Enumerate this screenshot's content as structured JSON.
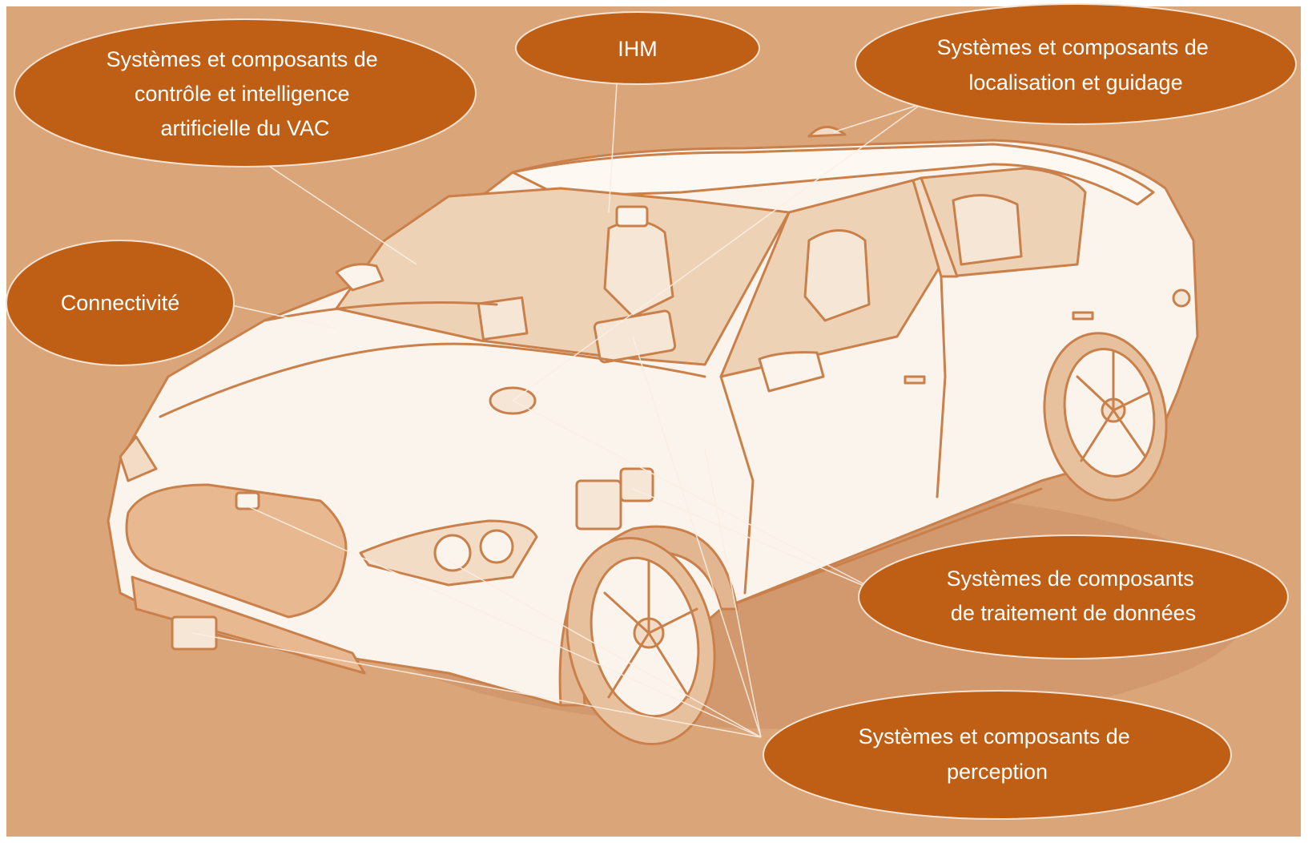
{
  "theme": {
    "background": "#dba57a",
    "bubble_fill": "#bf5f16",
    "bubble_stroke": "#f4e3d2",
    "car_fill": "#fbf4ec",
    "car_line": "#c9804a",
    "car_shade": "#e9c6a4",
    "leader_line": "#fbefe4"
  },
  "car": {
    "icon": "sedan-illustration-icon"
  },
  "callouts": [
    {
      "id": "controle-ia",
      "lines": [
        "Systèmes et composants de",
        "contrôle et intelligence",
        "artificielle du VAC"
      ]
    },
    {
      "id": "ihm",
      "lines": [
        "IHM"
      ]
    },
    {
      "id": "localisation-guidage",
      "lines": [
        "Systèmes et composants de",
        "localisation et guidage"
      ]
    },
    {
      "id": "connectivite",
      "lines": [
        "Connectivité"
      ]
    },
    {
      "id": "traitement-donnees",
      "lines": [
        "Systèmes de composants",
        "de traitement de données"
      ]
    },
    {
      "id": "perception",
      "lines": [
        "Systèmes et composants de",
        "perception"
      ]
    }
  ]
}
